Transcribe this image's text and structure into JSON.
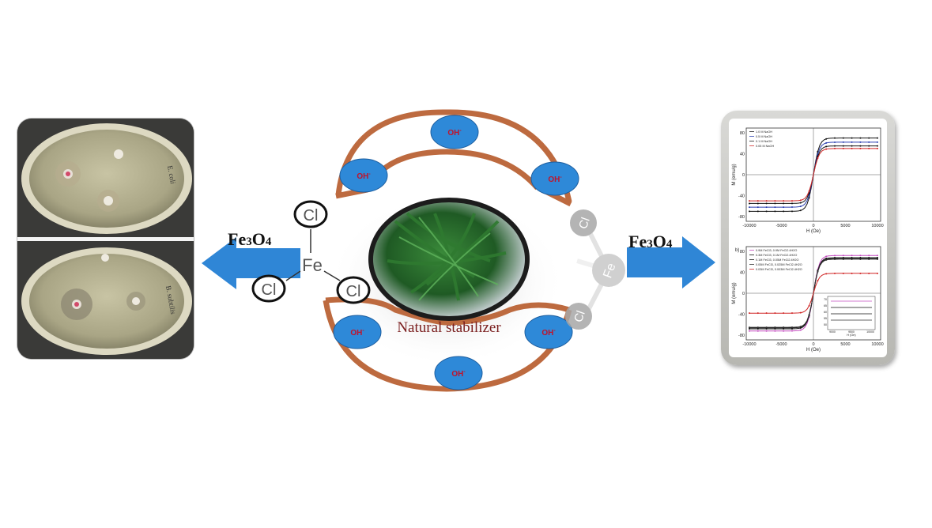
{
  "left_label": "Fe3O4",
  "right_label": "Fe3O4",
  "stabilizer_label": "Natural stabilizer",
  "oh_label": "OH",
  "oh_superscript": "-",
  "fecl": {
    "fe": "Fe",
    "cl": "Cl"
  },
  "plates": {
    "top": {
      "label": "E. coli"
    },
    "bottom": {
      "label": "B. subtilis"
    }
  },
  "chart_top": {
    "legend": [
      "1.0 M NaOH",
      "0.5 M NaOH",
      "0.1 M NaOH",
      "0.05 M NaOH"
    ],
    "ylabel": "M (emu/g)",
    "xlabel": "H (Oe)",
    "yticks": [
      "80",
      "40",
      "0",
      "-40",
      "-80"
    ],
    "xticks": [
      "-10000",
      "-5000",
      "0",
      "5000",
      "10000"
    ]
  },
  "chart_bottom": {
    "panel_label": "b)",
    "legend": [
      "0.9M FeCl3, 0.9M FeCl2.4H2O",
      "0.3M FeCl3, 0.1M FeCl2.4H2O",
      "0.1M FeCl3, 0.05M FeCl2.4H2O",
      "0.05M FeCl3, 0.025M FeCl2.4H2O",
      "0.03M FeCl3, 0.003M FeCl2.4H2O"
    ],
    "ylabel": "M (emu/g)",
    "xlabel": "H (Oe)",
    "yticks": [
      "80",
      "40",
      "0",
      "-40",
      "-80"
    ],
    "xticks": [
      "-10000",
      "-5000",
      "0",
      "5000",
      "10000"
    ],
    "inset_xlabel": "H (Oe)",
    "inset_yticks": [
      "70",
      "65",
      "60",
      "55",
      "50"
    ],
    "inset_xticks": [
      "9000",
      "9500",
      "10000"
    ]
  },
  "colors": {
    "arrow": "#2f86d6",
    "ring": "#bd6a3f",
    "oh_fill": "#2e89d8",
    "series_top": [
      "#111111",
      "#2b3fb0",
      "#111111",
      "#d02525"
    ],
    "series_bottom": [
      "#c44fc0",
      "#111111",
      "#111111",
      "#333333",
      "#d02525"
    ]
  },
  "icons": [
    "left-arrow-icon",
    "right-arrow-icon",
    "fecl-molecule-icon"
  ]
}
